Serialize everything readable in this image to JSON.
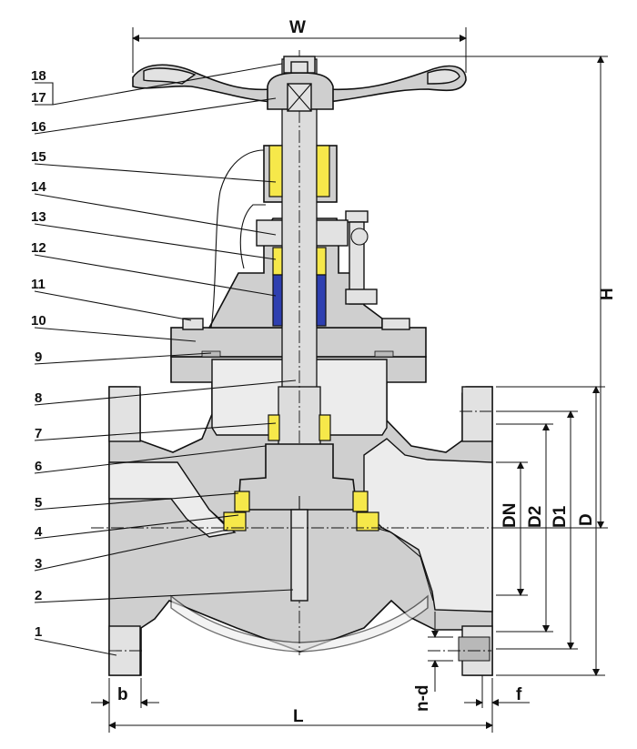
{
  "part_numbers": [
    "1",
    "2",
    "3",
    "4",
    "5",
    "6",
    "7",
    "8",
    "9",
    "10",
    "11",
    "12",
    "13",
    "14",
    "15",
    "16",
    "17",
    "18"
  ],
  "dimensions": {
    "W": "W",
    "H": "H",
    "L": "L",
    "b": "b",
    "f": "f",
    "nd": "n-d",
    "DN": "DN",
    "D2": "D2",
    "D1": "D1",
    "D": "D"
  },
  "colors": {
    "body": "#cfcfcf",
    "packing": "#f6e84a",
    "gland_packing": "#2e3fb0"
  }
}
